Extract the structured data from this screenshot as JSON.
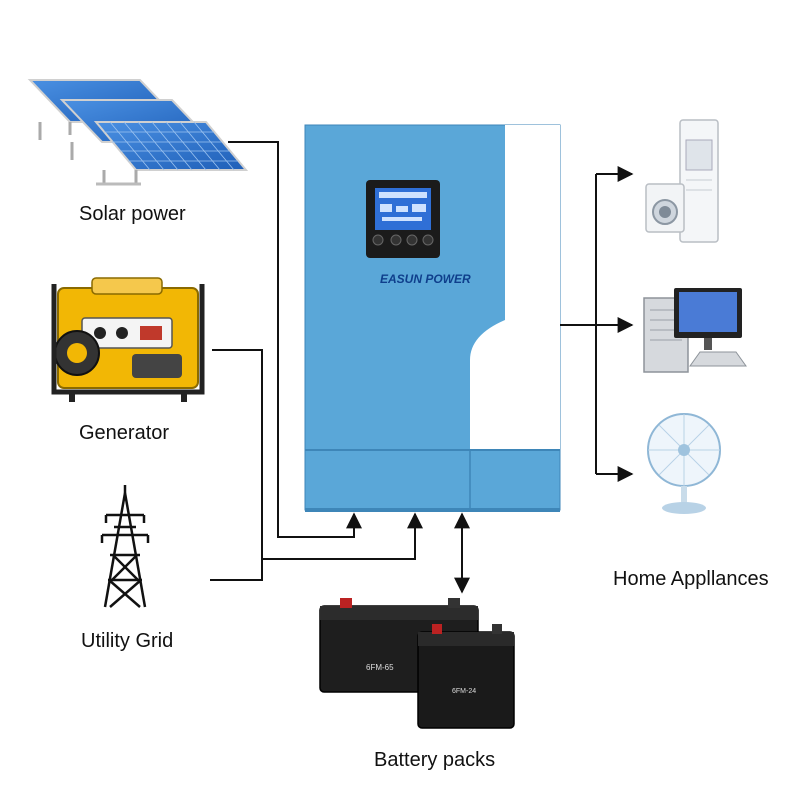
{
  "sources": {
    "solar": {
      "label": "Solar power"
    },
    "generator": {
      "label": "Generator"
    },
    "grid": {
      "label": "Utility Grid"
    }
  },
  "inverter": {
    "brand_logo": "EASUN POWER",
    "colors": {
      "body": "#5aa7d8",
      "panel": "#ffffff",
      "screen": "#1b1b1b",
      "lcd": "#2f6fd6"
    }
  },
  "loads": {
    "label": "Home Appllances",
    "items": [
      "air-conditioner-icon",
      "washing-machine-icon",
      "computer-icon",
      "fan-icon"
    ]
  },
  "battery": {
    "label": "Battery packs",
    "models": [
      "6FM-65",
      "6FM-24"
    ]
  },
  "colors": {
    "line": "#111111",
    "solar_cell": "#2a6fc9",
    "generator": "#f2b705"
  }
}
